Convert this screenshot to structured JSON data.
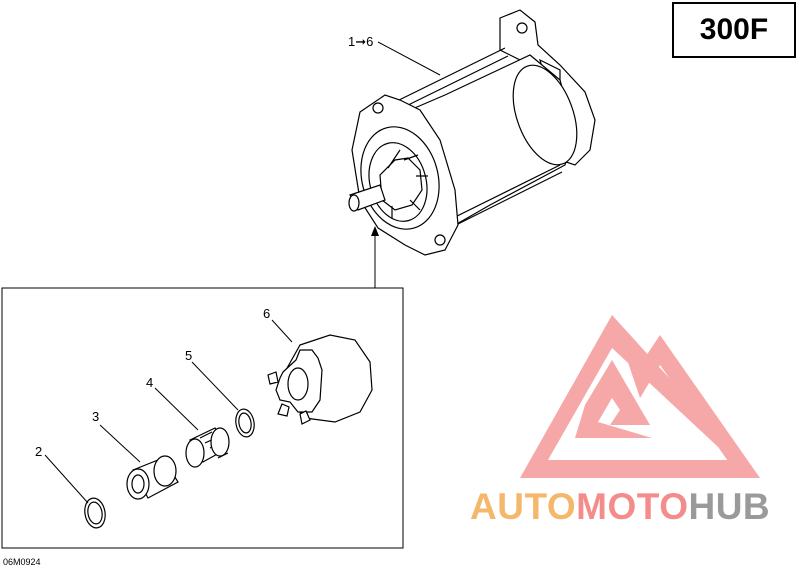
{
  "model_label": "300F",
  "figure_code": "06M0924",
  "callouts": {
    "starter_range": "1➞6",
    "c2": "2",
    "c3": "3",
    "c4": "4",
    "c5": "5",
    "c6": "6"
  },
  "watermark": {
    "part1": "AUTO",
    "part2": "MOTO",
    "part3": "HUB",
    "colors": {
      "orange": "#f5b86a",
      "pink": "#f58c8c",
      "gray": "#9a9a9a"
    }
  }
}
